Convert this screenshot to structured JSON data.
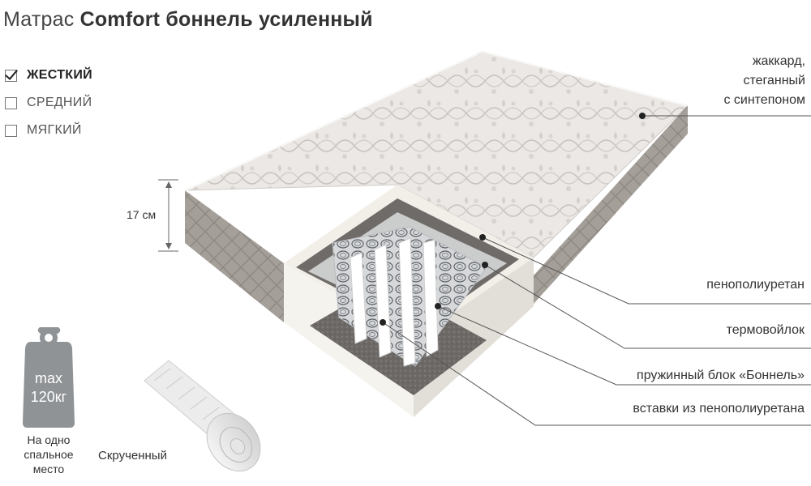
{
  "title": {
    "prefix": "Матрас",
    "product": "Comfort боннель усиленный"
  },
  "firmness": [
    {
      "label": "ЖЕСТКИЙ",
      "checked": true
    },
    {
      "label": "СРЕДНИЙ",
      "checked": false
    },
    {
      "label": "МЯГКИЙ",
      "checked": false
    }
  ],
  "height_label": "17 см",
  "layers": {
    "jacquard_lines": [
      "жаккард,",
      "стеганный",
      "с синтепоном"
    ],
    "ppu": "пенополиуретан",
    "felt": "термовойлок",
    "springs": "пружинный блок «Боннель»",
    "inserts": "вставки из пенополиуретана"
  },
  "weight": {
    "line1": "max",
    "line2": "120кг"
  },
  "sleep_place": {
    "line1": "На одно",
    "line2": "спальное",
    "line3": "место"
  },
  "rolled_label": "Скрученный",
  "colors": {
    "fabric": "#e9e6e3",
    "side": "#a29c97",
    "foam": "#f1eee8",
    "felt": "#6e6a68",
    "weight_icon": "#8f9396"
  }
}
